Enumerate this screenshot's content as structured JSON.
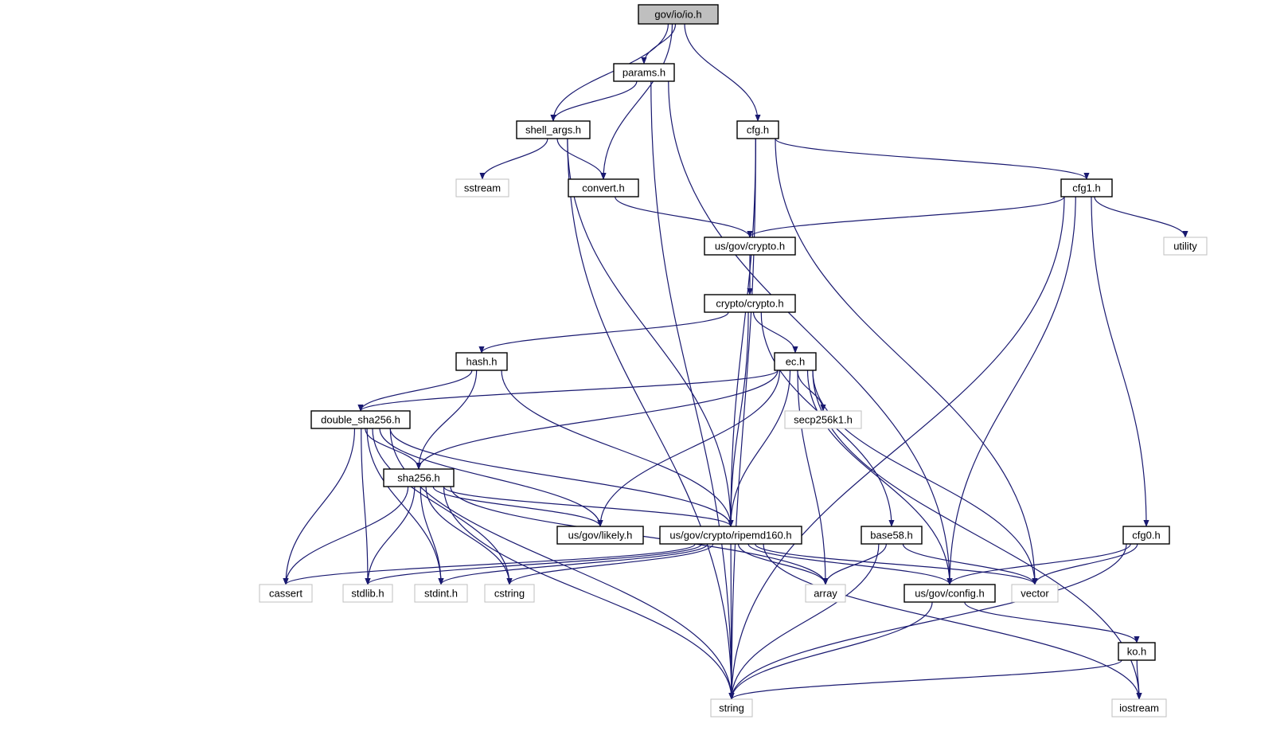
{
  "diagram": {
    "colors": {
      "edge": "#191970",
      "root_fill": "#bfbfbf",
      "node_border": "#000000",
      "system_border": "#bfbfbf",
      "node_fill": "#ffffff"
    },
    "nodes": [
      {
        "id": "io",
        "label": "gov/io/io.h",
        "kind": "root"
      },
      {
        "id": "params",
        "label": "params.h",
        "kind": "local"
      },
      {
        "id": "shell_args",
        "label": "shell_args.h",
        "kind": "local"
      },
      {
        "id": "cfg",
        "label": "cfg.h",
        "kind": "local"
      },
      {
        "id": "sstream",
        "label": "sstream",
        "kind": "system"
      },
      {
        "id": "convert",
        "label": "convert.h",
        "kind": "local"
      },
      {
        "id": "cfg1",
        "label": "cfg1.h",
        "kind": "local"
      },
      {
        "id": "us_crypto",
        "label": "us/gov/crypto.h",
        "kind": "local"
      },
      {
        "id": "utility",
        "label": "utility",
        "kind": "system"
      },
      {
        "id": "crypto_crypto",
        "label": "crypto/crypto.h",
        "kind": "local"
      },
      {
        "id": "hash",
        "label": "hash.h",
        "kind": "local"
      },
      {
        "id": "ec",
        "label": "ec.h",
        "kind": "local"
      },
      {
        "id": "double_sha256",
        "label": "double_sha256.h",
        "kind": "local"
      },
      {
        "id": "secp256k1",
        "label": "secp256k1.h",
        "kind": "system"
      },
      {
        "id": "sha256",
        "label": "sha256.h",
        "kind": "local"
      },
      {
        "id": "likely",
        "label": "us/gov/likely.h",
        "kind": "local"
      },
      {
        "id": "ripemd160",
        "label": "us/gov/crypto/ripemd160.h",
        "kind": "local"
      },
      {
        "id": "base58",
        "label": "base58.h",
        "kind": "local"
      },
      {
        "id": "cfg0",
        "label": "cfg0.h",
        "kind": "local"
      },
      {
        "id": "cassert",
        "label": "cassert",
        "kind": "system"
      },
      {
        "id": "stdlib",
        "label": "stdlib.h",
        "kind": "system"
      },
      {
        "id": "stdint",
        "label": "stdint.h",
        "kind": "system"
      },
      {
        "id": "cstring",
        "label": "cstring",
        "kind": "system"
      },
      {
        "id": "array",
        "label": "array",
        "kind": "system"
      },
      {
        "id": "config",
        "label": "us/gov/config.h",
        "kind": "local"
      },
      {
        "id": "vector",
        "label": "vector",
        "kind": "system"
      },
      {
        "id": "ko",
        "label": "ko.h",
        "kind": "local"
      },
      {
        "id": "string",
        "label": "string",
        "kind": "system"
      },
      {
        "id": "iostream",
        "label": "iostream",
        "kind": "system"
      }
    ],
    "edges": [
      [
        "io",
        "params"
      ],
      [
        "io",
        "shell_args"
      ],
      [
        "io",
        "convert"
      ],
      [
        "io",
        "cfg"
      ],
      [
        "params",
        "shell_args"
      ],
      [
        "params",
        "string"
      ],
      [
        "params",
        "config"
      ],
      [
        "shell_args",
        "sstream"
      ],
      [
        "shell_args",
        "convert"
      ],
      [
        "shell_args",
        "ripemd160"
      ],
      [
        "shell_args",
        "string"
      ],
      [
        "cfg",
        "cfg1"
      ],
      [
        "cfg",
        "string"
      ],
      [
        "cfg",
        "ripemd160"
      ],
      [
        "cfg",
        "vector"
      ],
      [
        "convert",
        "us_crypto"
      ],
      [
        "cfg1",
        "us_crypto"
      ],
      [
        "cfg1",
        "utility"
      ],
      [
        "cfg1",
        "cfg0"
      ],
      [
        "cfg1",
        "config"
      ],
      [
        "cfg1",
        "string"
      ],
      [
        "us_crypto",
        "crypto_crypto"
      ],
      [
        "crypto_crypto",
        "hash"
      ],
      [
        "crypto_crypto",
        "ec"
      ],
      [
        "crypto_crypto",
        "ripemd160"
      ],
      [
        "crypto_crypto",
        "base58"
      ],
      [
        "hash",
        "double_sha256"
      ],
      [
        "hash",
        "sha256"
      ],
      [
        "hash",
        "ripemd160"
      ],
      [
        "ec",
        "double_sha256"
      ],
      [
        "ec",
        "sha256"
      ],
      [
        "ec",
        "secp256k1"
      ],
      [
        "ec",
        "likely"
      ],
      [
        "ec",
        "ripemd160"
      ],
      [
        "ec",
        "array"
      ],
      [
        "ec",
        "config"
      ],
      [
        "ec",
        "vector"
      ],
      [
        "ec",
        "iostream"
      ],
      [
        "double_sha256",
        "sha256"
      ],
      [
        "double_sha256",
        "likely"
      ],
      [
        "double_sha256",
        "ripemd160"
      ],
      [
        "double_sha256",
        "cassert"
      ],
      [
        "double_sha256",
        "stdlib"
      ],
      [
        "double_sha256",
        "stdint"
      ],
      [
        "double_sha256",
        "cstring"
      ],
      [
        "double_sha256",
        "string"
      ],
      [
        "sha256",
        "likely"
      ],
      [
        "sha256",
        "ripemd160"
      ],
      [
        "sha256",
        "cassert"
      ],
      [
        "sha256",
        "stdlib"
      ],
      [
        "sha256",
        "stdint"
      ],
      [
        "sha256",
        "cstring"
      ],
      [
        "sha256",
        "array"
      ],
      [
        "sha256",
        "string"
      ],
      [
        "ripemd160",
        "cassert"
      ],
      [
        "ripemd160",
        "stdlib"
      ],
      [
        "ripemd160",
        "stdint"
      ],
      [
        "ripemd160",
        "cstring"
      ],
      [
        "ripemd160",
        "array"
      ],
      [
        "ripemd160",
        "config"
      ],
      [
        "ripemd160",
        "vector"
      ],
      [
        "ripemd160",
        "string"
      ],
      [
        "ripemd160",
        "iostream"
      ],
      [
        "base58",
        "array"
      ],
      [
        "base58",
        "vector"
      ],
      [
        "base58",
        "string"
      ],
      [
        "cfg0",
        "config"
      ],
      [
        "cfg0",
        "vector"
      ],
      [
        "cfg0",
        "string"
      ],
      [
        "config",
        "ko"
      ],
      [
        "config",
        "string"
      ],
      [
        "ko",
        "string"
      ],
      [
        "ko",
        "iostream"
      ]
    ]
  }
}
